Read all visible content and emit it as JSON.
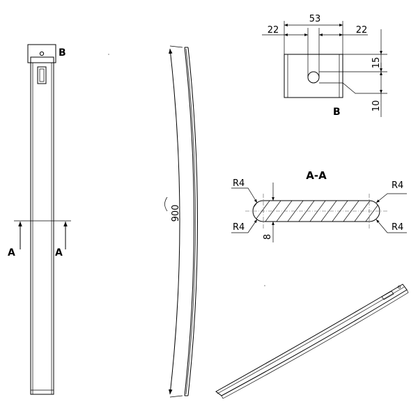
{
  "detail_b": {
    "label": "B",
    "dim_total": "53",
    "dim_left": "22",
    "dim_right": "22",
    "dim_top": "15",
    "dim_bottom": "10"
  },
  "front_view": {
    "detail_label": "B",
    "section_left": "A",
    "section_right": "A"
  },
  "side_view": {
    "length_dim": "900"
  },
  "section_aa": {
    "title": "A-A",
    "radius_tl": "R4",
    "radius_bl": "R4",
    "radius_tr": "R4",
    "radius_br": "R4",
    "thickness": "8"
  }
}
